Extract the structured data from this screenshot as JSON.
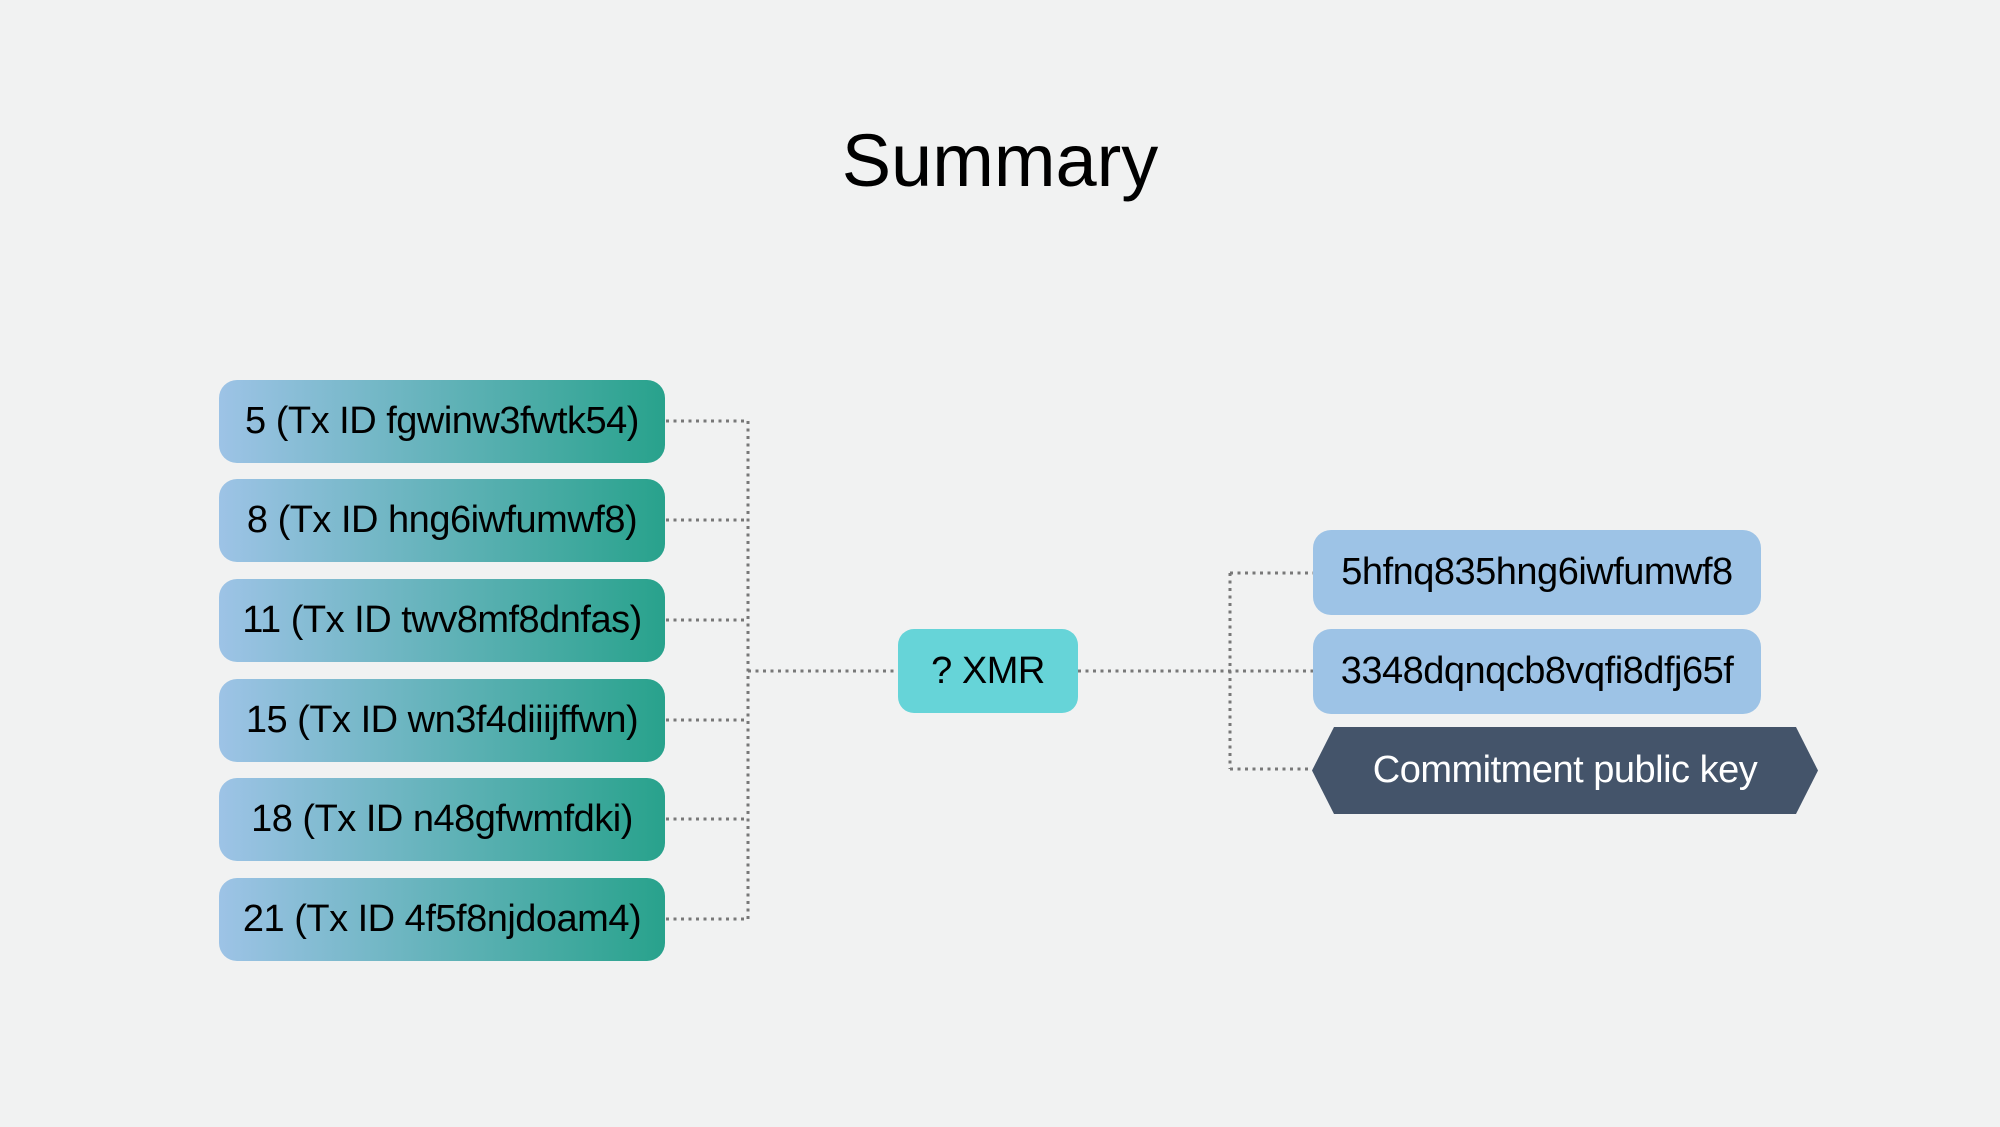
{
  "slide": {
    "title": "Summary",
    "background_color": "#F1F2F2",
    "text_color": "#000000"
  },
  "colors": {
    "input_gradient_start": "#9DC3E6",
    "input_gradient_end": "#28A28C",
    "center_fill": "#66D4D8",
    "output_fill": "#9DC3E6",
    "tag_fill": "#44546A",
    "tag_text": "#FFFFFF",
    "connector": "#787878"
  },
  "diagram": {
    "inputs": [
      {
        "label": "5 (Tx ID fgwinw3fwtk54)"
      },
      {
        "label": "8 (Tx ID hng6iwfumwf8)"
      },
      {
        "label": "11 (Tx ID twv8mf8dnfas)"
      },
      {
        "label": "15 (Tx ID wn3f4diiijffwn)"
      },
      {
        "label": "18 (Tx ID n48gfwmfdki)"
      },
      {
        "label": "21 (Tx ID 4f5f8njdoam4)"
      }
    ],
    "center": {
      "label": "? XMR"
    },
    "outputs": [
      {
        "label": "5hfnq835hng6iwfumwf8"
      },
      {
        "label": "3348dqnqcb8vqfi8dfj65f"
      }
    ],
    "tag": {
      "label": "Commitment public key"
    }
  }
}
